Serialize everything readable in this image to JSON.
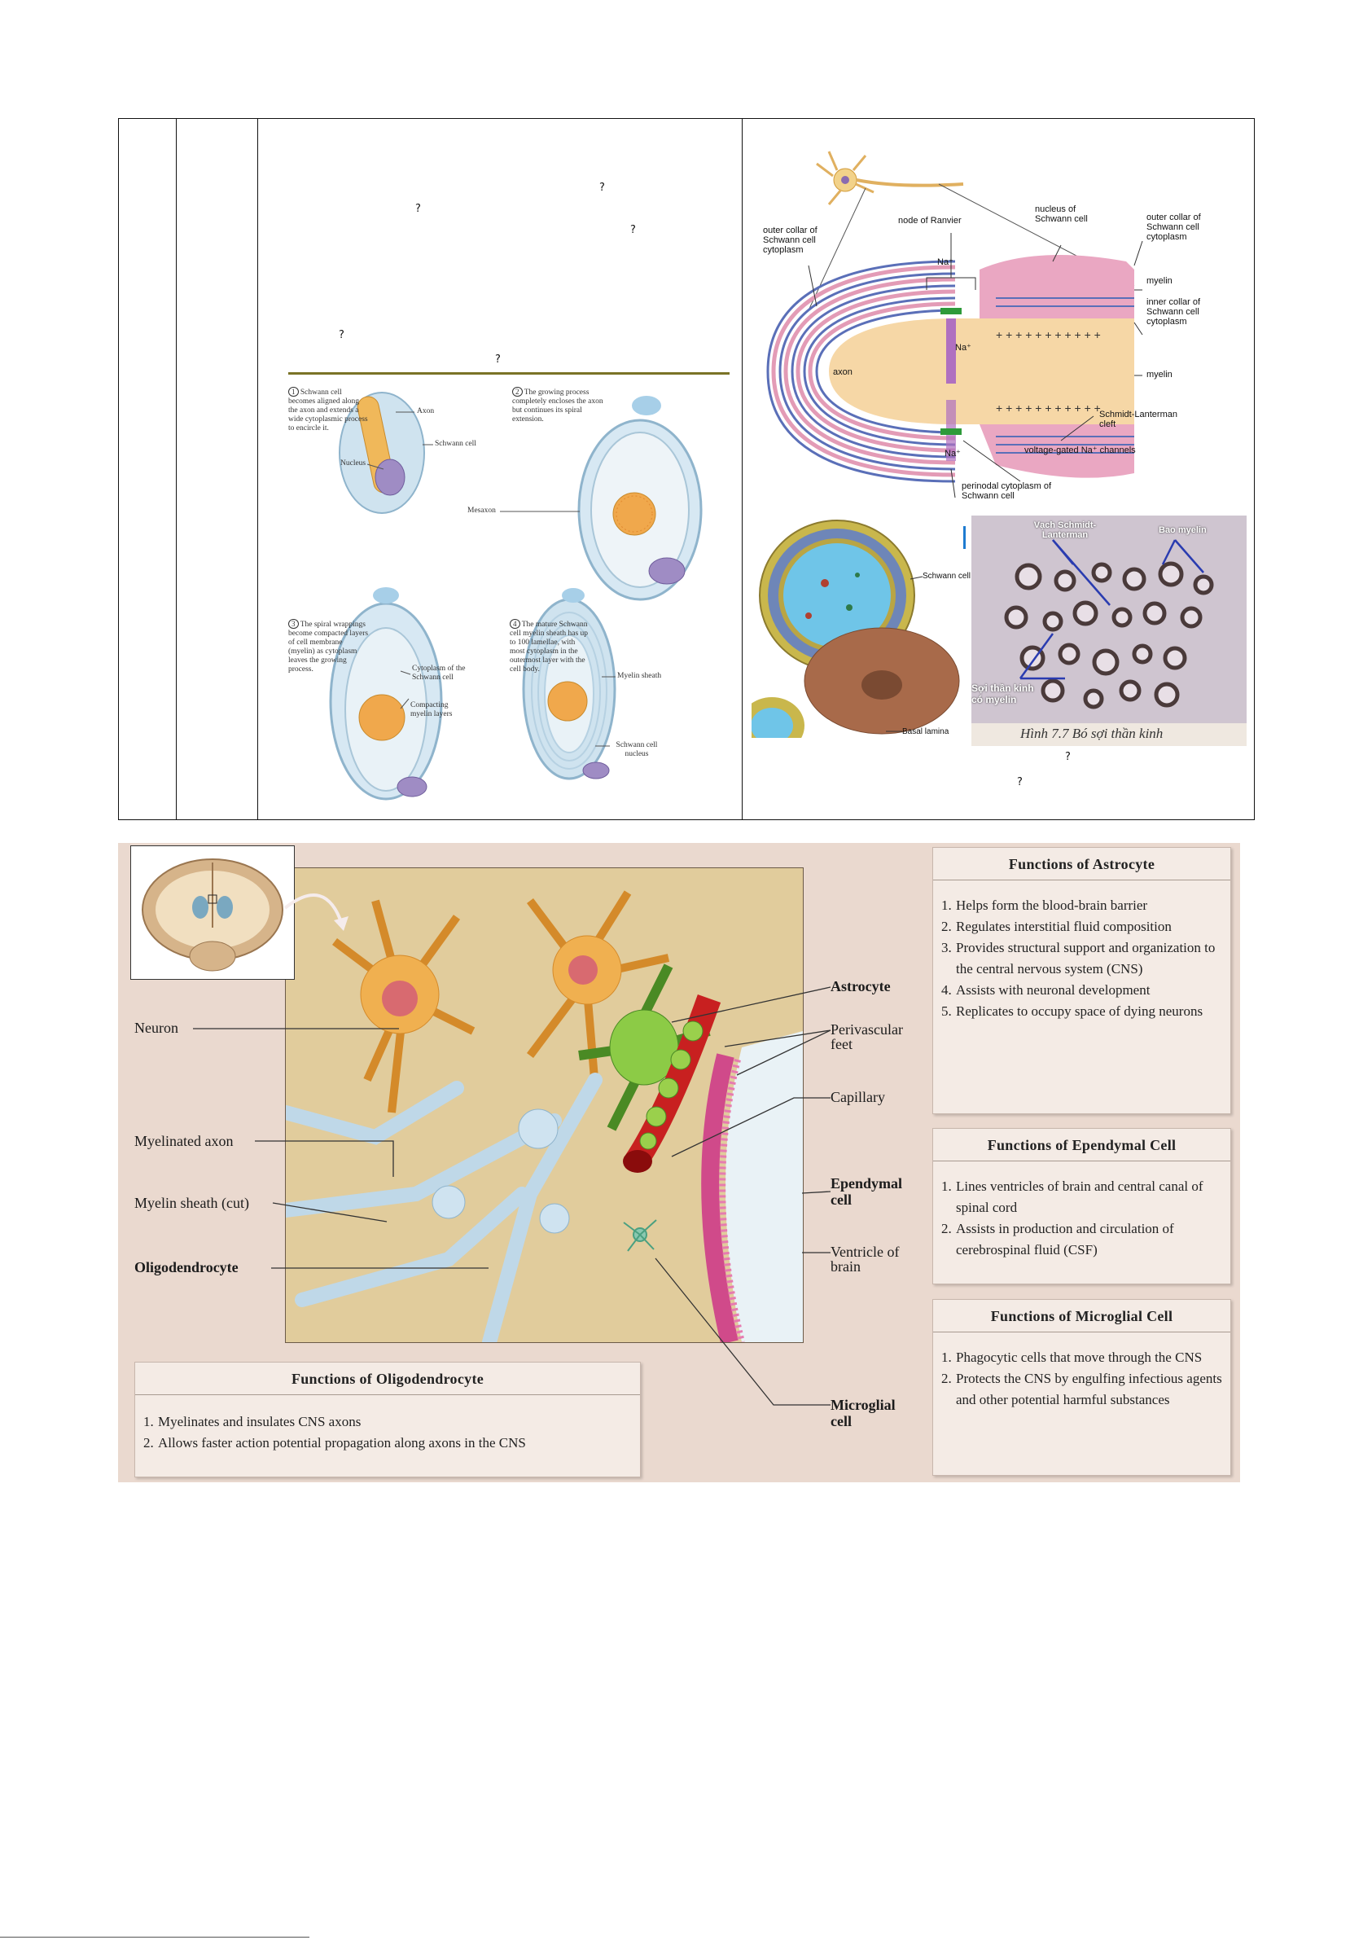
{
  "glyph": "?",
  "schwann_steps": [
    {
      "num": "1",
      "text": "Schwann cell becomes aligned along the axon and extends a wide cytoplasmic process to encircle it."
    },
    {
      "num": "2",
      "text": "The growing process completely encloses the axon but continues its spiral extension."
    },
    {
      "num": "3",
      "text": "The spiral wrappings become compacted layers of cell membrane (myelin) as cytoplasm leaves the growing process."
    },
    {
      "num": "4",
      "text": "The mature Schwann cell myelin sheath has up to 100 lamellae, with most cytoplasm in the outermost layer with the cell body."
    }
  ],
  "schwann_labels": {
    "axon": "Axon",
    "schwann_cell": "Schwann cell",
    "nucleus": "Nucleus",
    "mesaxon": "Mesaxon",
    "cytoplasm": "Cytoplasm of the Schwann cell",
    "compacting": "Compacting myelin layers",
    "myelin_sheath": "Myelin sheath",
    "schwann_nucleus": "Schwann cell nucleus"
  },
  "ranvier_labels": {
    "outer_collar_left": "outer collar of Schwann cell cytoplasm",
    "node": "node of Ranvier",
    "na_top": "Na⁺",
    "nucleus_schwann": "nucleus of Schwann cell",
    "outer_collar_right": "outer collar of Schwann cell cytoplasm",
    "myelin_1": "myelin",
    "inner_collar": "inner collar of Schwann cell cytoplasm",
    "na_mid": "Na⁺",
    "myelin_2": "myelin",
    "axon": "axon",
    "schmidt": "Schmidt-Lanterman cleft",
    "voltage": "voltage-gated Na⁺ channels",
    "na_bottom": "Na⁺",
    "perinodal": "perinodal cytoplasm of Schwann cell"
  },
  "cross_section_labels": {
    "schwann_cell": "Schwann cell",
    "basal_lamina": "Basal lamina"
  },
  "photo_labels": {
    "vach": "Vạch Schmidt-Lanterman",
    "bao": "Bao myelin",
    "soi": "Sợi thần kinh có myelin",
    "caption": "Hình 7.7 Bó sợi thần kinh"
  },
  "panel_labels": {
    "neuron": "Neuron",
    "myelinated_axon": "Myelinated axon",
    "myelin_sheath": "Myelin sheath (cut)",
    "oligodendrocyte": "Oligodendrocyte",
    "astrocyte": "Astrocyte",
    "perivascular": "Perivascular feet",
    "capillary": "Capillary",
    "ependymal": "Ependymal cell",
    "ventricle": "Ventricle of brain",
    "microglial": "Microglial cell"
  },
  "functions": {
    "astrocyte": {
      "title": "Functions of Astrocyte",
      "items": [
        "Helps form the blood-brain barrier",
        "Regulates interstitial fluid composition",
        "Provides structural support and organization to the central nervous system (CNS)",
        "Assists with neuronal development",
        "Replicates to occupy space of dying neurons"
      ]
    },
    "ependymal": {
      "title": "Functions of Ependymal Cell",
      "items": [
        "Lines ventricles of brain and central canal of spinal cord",
        "Assists in production and circulation of cerebrospinal fluid (CSF)"
      ]
    },
    "microglial": {
      "title": "Functions of Microglial Cell",
      "items": [
        "Phagocytic cells that move through the CNS",
        "Protects the CNS by engulfing infectious agents and other potential harmful substances"
      ]
    },
    "oligodendrocyte": {
      "title": "Functions of Oligodendrocyte",
      "items": [
        "Myelinates and insulates CNS axons",
        "Allows faster action potential propagation along axons in the CNS"
      ]
    }
  }
}
